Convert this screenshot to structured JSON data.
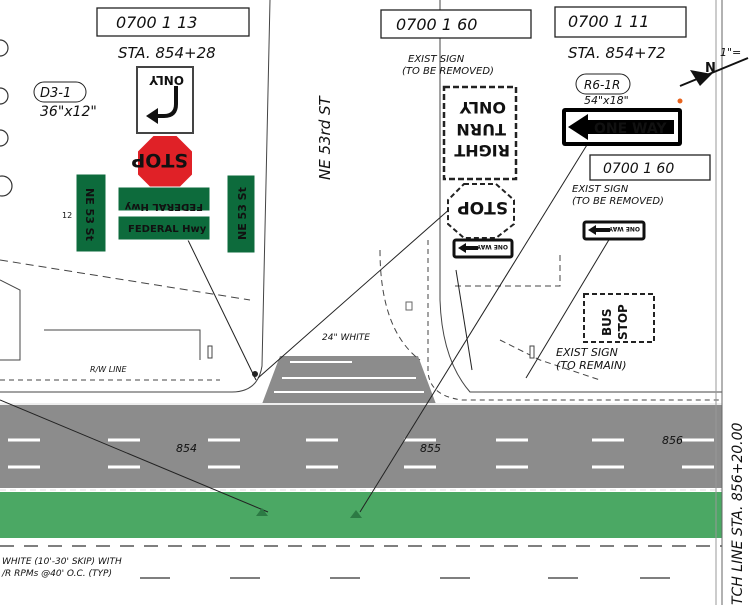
{
  "signs": {
    "left_code_box": "0700   1 13",
    "left_station": "STA. 854+28",
    "d3_tag": "D3-1",
    "d3_size": "36\"x12\"",
    "only_panel": "ONLY",
    "stop_text": "STOP",
    "street_name_upper": "FEDERAL Hwy",
    "street_name_lower": "FEDERAL Hwy",
    "ne53_left": "NE 53 St",
    "ne53_right": "NE 53 St",
    "small_number": "12",
    "mid_code_box": "0700   1 60",
    "exist_sign_top_line1": "EXIST SIGN",
    "exist_sign_top_line2": "(TO BE REMOVED)",
    "right_turn_only_1": "RIGHT",
    "right_turn_only_2": "TURN",
    "right_turn_only_3": "ONLY",
    "stop_removed": "STOP",
    "small_one_way_mid": "ONE WAY",
    "right_code_box": "0700   1 11",
    "right_station": "STA. 854+72",
    "r6_tag": "R6-1R",
    "r6_size": "54\"x18\"",
    "one_way_main": "ONE WAY",
    "right_code_box2": "0700   1 60",
    "exist_sign_right_line1": "EXIST SIGN",
    "exist_sign_right_line2": "(TO BE REMOVED)",
    "small_one_way_right": "ONE WAY",
    "bus_stop_1": "BUS",
    "bus_stop_2": "STOP",
    "exist_remain_line1": "EXIST SIGN",
    "exist_remain_line2": "(TO REMAIN)",
    "north_scale": "1\"=",
    "north_letter": "N"
  },
  "plan_labels": {
    "street": "NE 53rd ST",
    "white_24": "24\" WHITE",
    "rw_line": "R/W LINE",
    "station_854": "854",
    "station_855": "855",
    "station_856": "856",
    "match_line": "TCH LINE STA. 856+20.00",
    "note_line1": "WHITE (10'-30' SKIP) WITH",
    "note_line2": "/R RPMs @40' O.C. (TYP)"
  },
  "colors": {
    "road": "#8c8c8c",
    "lane_green": "#4ba864",
    "sign_green": "#0d6b3c",
    "stop_red": "#e02127",
    "line": "#222222"
  }
}
